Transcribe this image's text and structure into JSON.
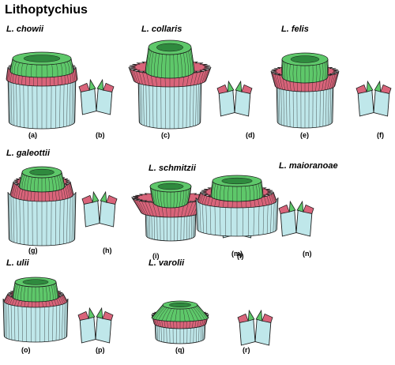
{
  "figure": {
    "title": "Lithoptychius",
    "colors": {
      "cycle_green": "#5ec86a",
      "cycle_green_dark": "#2f8a3e",
      "collar_pink": "#d9647a",
      "base_blue": "#bfe7ea",
      "outline": "#1a1a1a"
    },
    "species": [
      {
        "name": "L. chowii",
        "labels": [
          "(a)",
          "(b)"
        ]
      },
      {
        "name": "L. collaris",
        "labels": [
          "(c)",
          "(d)"
        ]
      },
      {
        "name": "L. felis",
        "labels": [
          "(e)",
          "(f)"
        ]
      },
      {
        "name": "L. galeottii",
        "labels": [
          "(g)",
          "(h)"
        ]
      },
      {
        "name": "L. schmitzii",
        "labels": [
          "(i)",
          "(l)"
        ]
      },
      {
        "name": "L. maioranoae",
        "labels": [
          "(m)",
          "(n)"
        ]
      },
      {
        "name": "L. ulii",
        "labels": [
          "(o)",
          "(p)"
        ]
      },
      {
        "name": "L. varolii",
        "labels": [
          "(q)",
          "(r)"
        ]
      }
    ]
  }
}
